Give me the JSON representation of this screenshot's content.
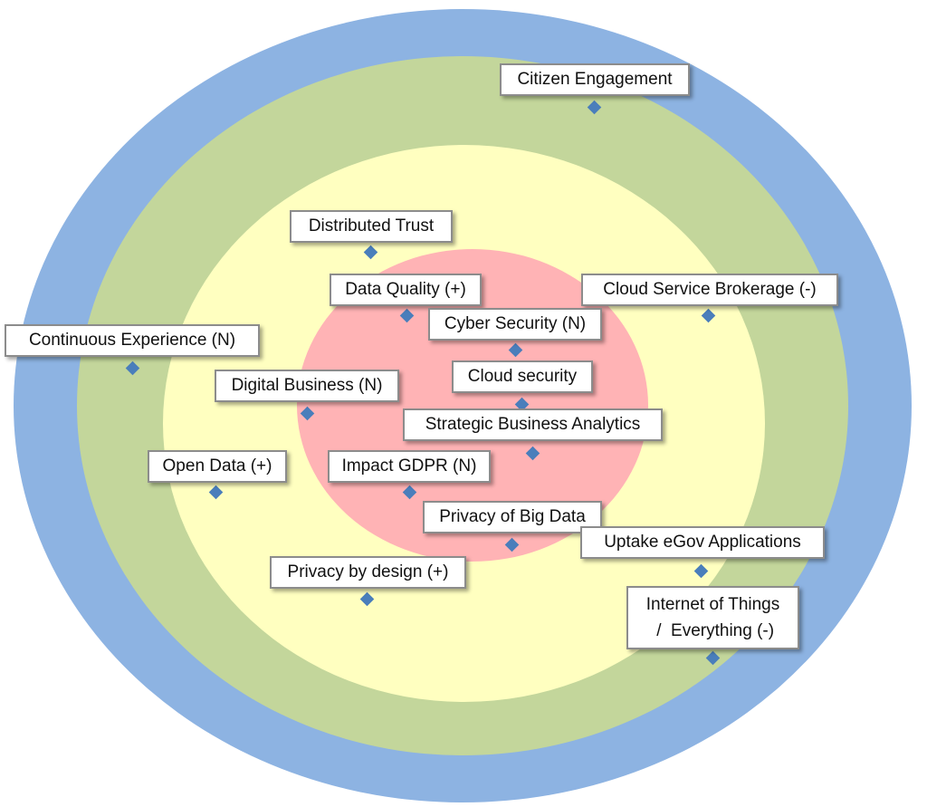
{
  "colors": {
    "outer": "#8db3e2",
    "green": "#c3d69b",
    "yellow": "#ffffc0",
    "pink": "#ffb3b5",
    "marker": "#4a7ebb"
  },
  "items": [
    {
      "label": "Citizen Engagement"
    },
    {
      "label": "Distributed Trust"
    },
    {
      "label": "Data Quality (+)"
    },
    {
      "label": "Cloud Service Brokerage (-)"
    },
    {
      "label": "Cyber Security (N)"
    },
    {
      "label": "Continuous Experience (N)"
    },
    {
      "label": "Cloud security"
    },
    {
      "label": "Digital Business (N)"
    },
    {
      "label": "Strategic Business Analytics"
    },
    {
      "label": "Open Data (+)"
    },
    {
      "label": "Impact GDPR (N)"
    },
    {
      "label": "Privacy of Big Data"
    },
    {
      "label": "Uptake eGov Applications"
    },
    {
      "label": "Privacy by design (+)"
    },
    {
      "label": "Internet of Things\n /  Everything (-)"
    }
  ]
}
